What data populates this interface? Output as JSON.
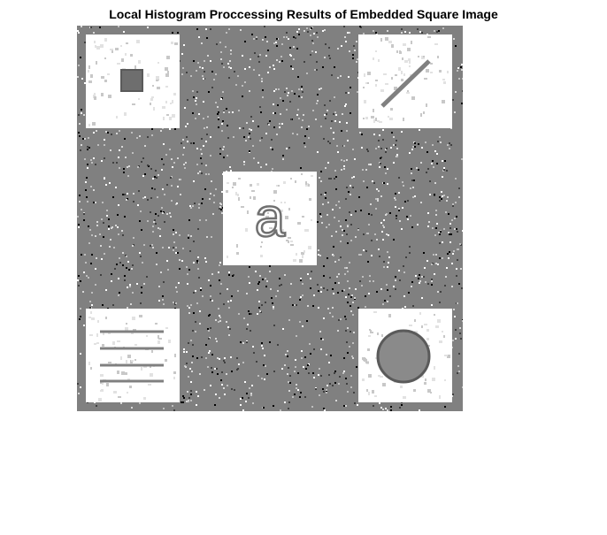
{
  "figure": {
    "title": "Local Histogram Proccessing Results of Embedded Square Image"
  },
  "image": {
    "background_gray": "#808080",
    "square_fill": "#ffffff",
    "shape_color": "#808080",
    "glyph": "a",
    "regions": [
      {
        "name": "top-left",
        "content": "small-square"
      },
      {
        "name": "top-right",
        "content": "diagonal-line"
      },
      {
        "name": "center",
        "content": "letter"
      },
      {
        "name": "bottom-left",
        "content": "horizontal-lines"
      },
      {
        "name": "bottom-right",
        "content": "disk"
      }
    ]
  }
}
